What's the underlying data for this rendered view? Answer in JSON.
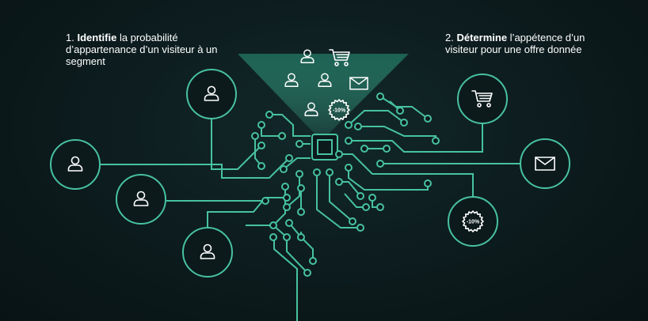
{
  "captions": {
    "left": {
      "number": "1.",
      "bold": "Identifie",
      "rest": "la probabilité d’appartenance d’un visiteur à un segment"
    },
    "right": {
      "number": "2.",
      "bold": "Détermine",
      "rest": "l’appétence d’un visiteur pour une offre donnée"
    }
  },
  "badges": {
    "discount": "-10%"
  },
  "colors": {
    "background": "#0c1a1c",
    "accent": "#47c29e",
    "icon": "#ffffff"
  },
  "icons": {
    "left_nodes": [
      "user-icon",
      "user-icon",
      "user-icon",
      "user-icon"
    ],
    "right_nodes": [
      "cart-icon",
      "envelope-icon",
      "discount-badge-icon"
    ],
    "funnel": [
      "user-icon",
      "cart-icon",
      "user-icon",
      "user-icon",
      "envelope-icon",
      "user-icon",
      "discount-badge-icon"
    ]
  }
}
